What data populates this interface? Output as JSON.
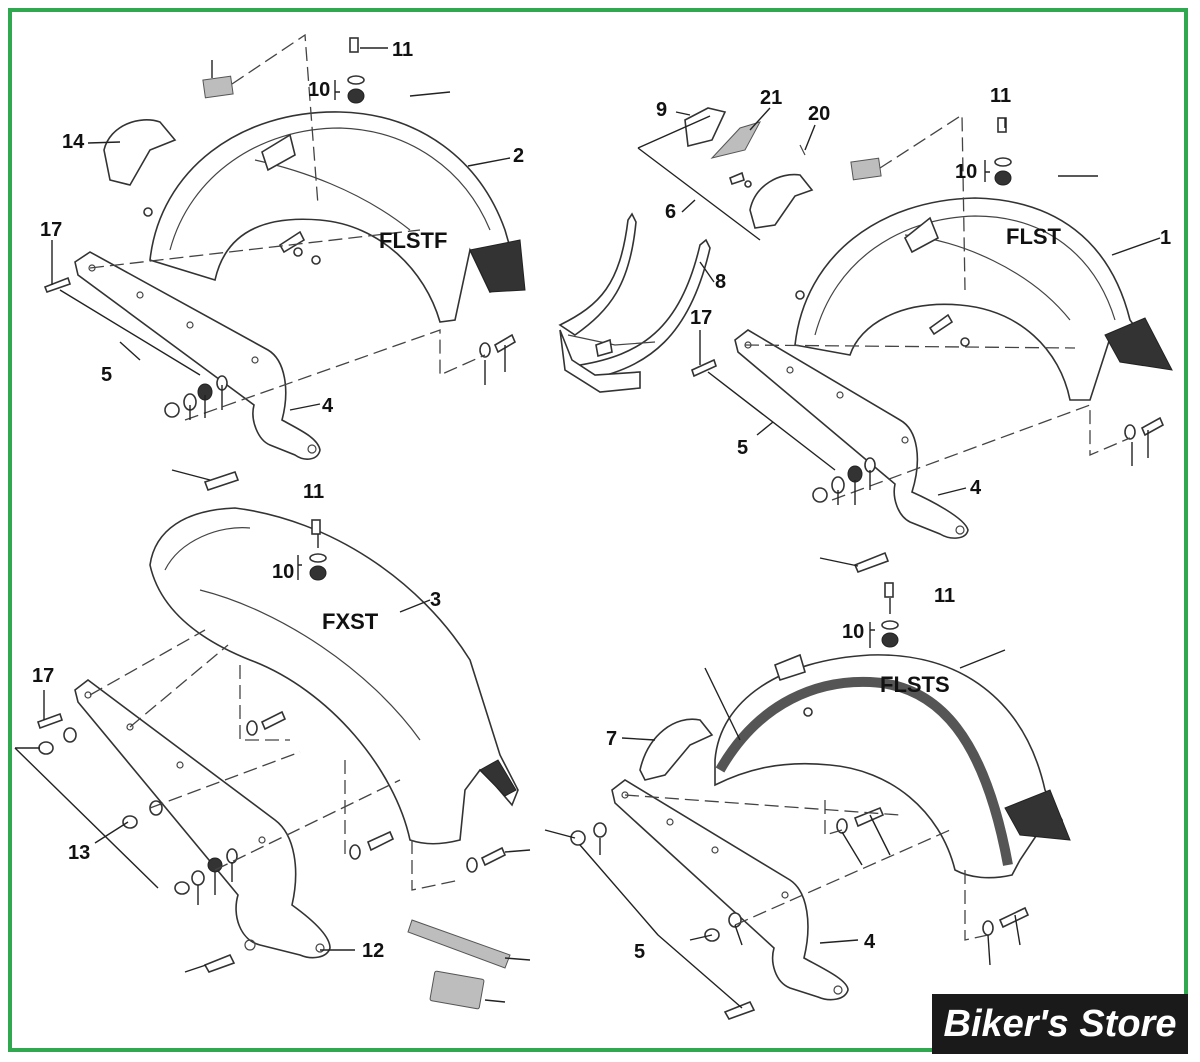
{
  "callouts": {
    "c11a": "11",
    "c10a": "10",
    "c14": "14",
    "c2": "2",
    "c17a": "17",
    "flstf": "FLSTF",
    "c5a": "5",
    "c4a": "4",
    "c9": "9",
    "c21": "21",
    "c20": "20",
    "c6": "6",
    "c8": "8",
    "c17b": "17",
    "c11b": "11",
    "c10b": "10",
    "flst": "FLST",
    "c1": "1",
    "c5b": "5",
    "c4b": "4",
    "c11c": "11",
    "c10c": "10",
    "fxst": "FXST",
    "c3": "3",
    "c17c": "17",
    "c13": "13",
    "c12": "12",
    "c11d": "11",
    "c10d": "10",
    "flsts": "FLSTS",
    "c7": "7",
    "c5c": "5",
    "c4c": "4"
  },
  "store_badge": "Biker's Store",
  "colors": {
    "border": "#2fa84f",
    "badge_bg": "#1a1a1a",
    "badge_text": "#ffffff"
  }
}
